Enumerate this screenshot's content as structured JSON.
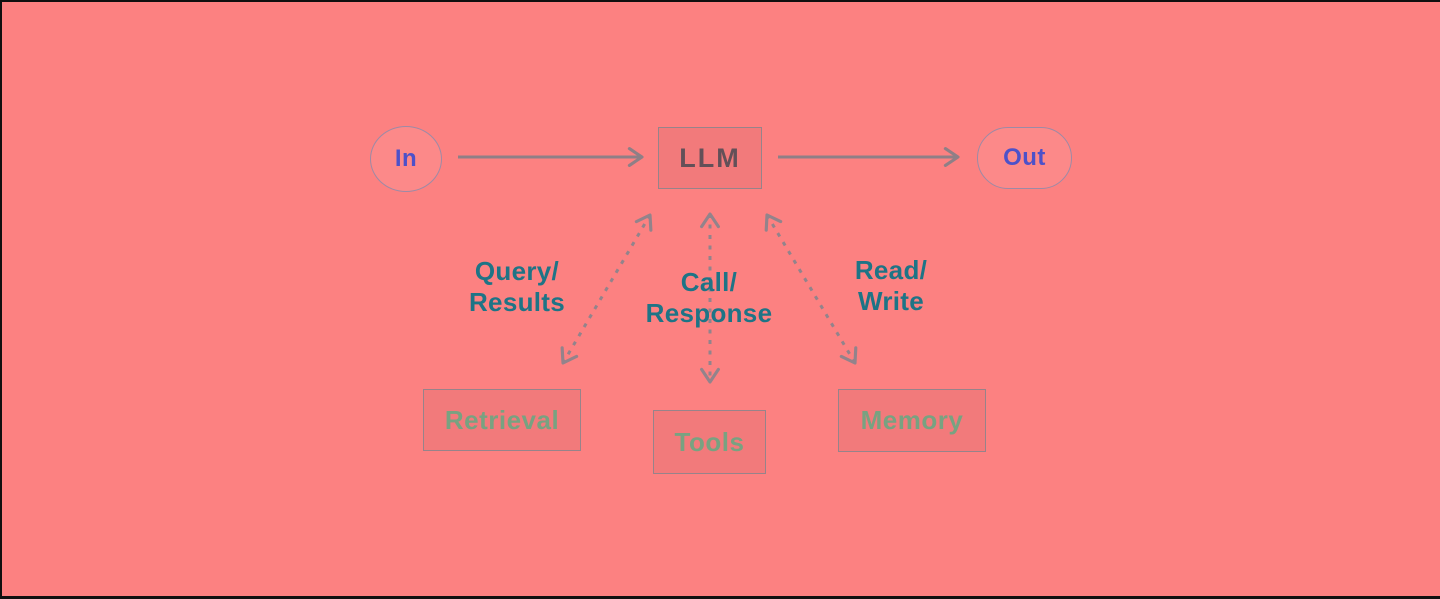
{
  "diagram": {
    "type": "llm-agent-architecture-flow",
    "nodes": {
      "in": {
        "label": "In",
        "shape": "ellipse"
      },
      "llm": {
        "label": "LLM",
        "shape": "rectangle"
      },
      "out": {
        "label": "Out",
        "shape": "pill"
      },
      "retrieval": {
        "label": "Retrieval",
        "shape": "rectangle"
      },
      "tools": {
        "label": "Tools",
        "shape": "rectangle"
      },
      "memory": {
        "label": "Memory",
        "shape": "rectangle"
      }
    },
    "edges": {
      "in_to_llm": {
        "style": "solid",
        "direction": "one-way"
      },
      "llm_to_out": {
        "style": "solid",
        "direction": "one-way"
      },
      "llm_retrieval": {
        "style": "dashed",
        "direction": "two-way",
        "label": "Query/\nResults"
      },
      "llm_tools": {
        "style": "dashed",
        "direction": "two-way",
        "label": "Call/\nResponse"
      },
      "llm_memory": {
        "style": "dashed",
        "direction": "two-way",
        "label": "Read/\nWrite"
      }
    }
  },
  "colors": {
    "background": "#fc8181",
    "screen_edge_bar": "#101010",
    "io_node_border": "#9c8aa6",
    "io_node_text": "#4d51c9",
    "box_border": "#97838a",
    "llm_text": "#635058",
    "sub_box_text": "#78a281",
    "edge_label_text": "#1e7486",
    "solid_arrow": "#8f7f86",
    "dashed_arrow": "#93838b"
  }
}
